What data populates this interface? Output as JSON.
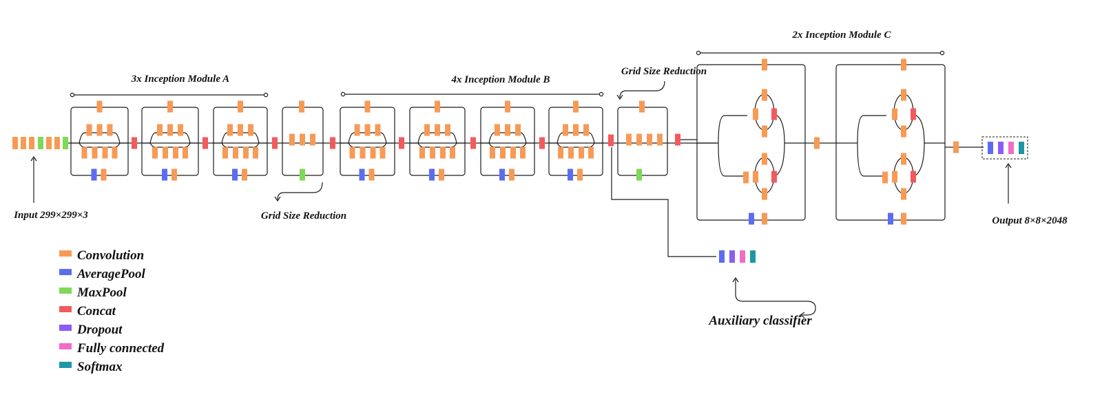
{
  "colors": {
    "convolution": "#F79A55",
    "averagepool": "#5B6CF2",
    "maxpool": "#7ED957",
    "concat": "#F25A5C",
    "dropout": "#8B5CF6",
    "fully_connected": "#F06CC7",
    "softmax": "#1C97A8",
    "line": "#1a1a1a"
  },
  "labels": {
    "module_a": "3x Inception Module A",
    "module_b": "4x Inception Module B",
    "module_c": "2x Inception Module C",
    "grid_reduction_1": "Grid  Size Reduction",
    "grid_reduction_2": "Grid  Size Reduction",
    "input": "Input 299×299×3",
    "output": "Output 8×8×2048",
    "auxiliary": "Auxiliary classifier"
  },
  "legend": [
    {
      "label": "Convolution",
      "color_key": "convolution"
    },
    {
      "label": "AveragePool",
      "color_key": "averagepool"
    },
    {
      "label": "MaxPool",
      "color_key": "maxpool"
    },
    {
      "label": "Concat",
      "color_key": "concat"
    },
    {
      "label": "Dropout",
      "color_key": "dropout"
    },
    {
      "label": "Fully connected",
      "color_key": "fully_connected"
    },
    {
      "label": "Softmax",
      "color_key": "softmax"
    }
  ],
  "stem_sequence": [
    "convolution",
    "convolution",
    "convolution",
    "maxpool",
    "convolution",
    "convolution",
    "maxpool"
  ],
  "classifier_sequence": [
    "averagepool",
    "dropout",
    "fully_connected",
    "softmax"
  ]
}
